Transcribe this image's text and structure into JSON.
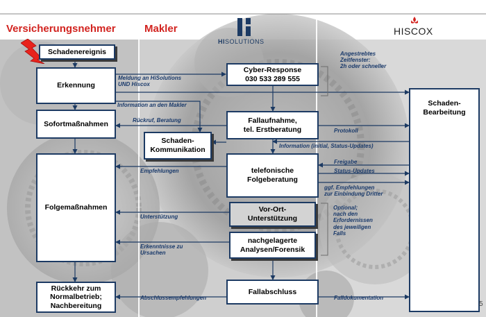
{
  "headings": {
    "left": "Versicherungsnehmer",
    "middle": "Makler"
  },
  "logos": {
    "hisolutions_bold": "HI",
    "hisolutions_rest": "SOLUTIONS",
    "hiscox": "HISCOX"
  },
  "page_number": "5",
  "colors": {
    "heading_red": "#d2231f",
    "box_border": "#1c3a63",
    "label_blue": "#1a3a6b",
    "grey_box": "#d3d3d3"
  },
  "boxes": {
    "schadenereignis": "Schadenereignis",
    "erkennung": "Erkennung",
    "sofortmassnahmen": "Sofortmaßnahmen",
    "folgemassnahmen": "Folgemaßnahmen",
    "rueckkehr": "Rückkehr zum\nNormalbetrieb;\nNachbereitung",
    "schaden_kommunikation": "Schaden-\nKommunikation",
    "cyber_response": "Cyber-Response\n030 533 289 555",
    "fallaufnahme": "Fallaufnahme,\ntel. Erstberatung",
    "telefonische_folgeberatung": "telefonische\nFolgeberatung",
    "vor_ort": "Vor-Ort-\nUnterstützung",
    "nachgelagerte": "nachgelagerte\nAnalysen/Forensik",
    "fallabschluss": "Fallabschluss",
    "schaden_bearbeitung": "Schaden-\nBearbeitung"
  },
  "labels": {
    "meldung": "Meldung an HiSolutions\nUND Hiscox",
    "info_makler": "Information an den Makler",
    "rueckruf": "Rückruf, Beratung",
    "zeitfenster": "Angestrebtes\nZeitfenster:\n2h oder schneller",
    "protokoll": "Protokoll",
    "information_initial": "Information (initial, Status-Updates)",
    "empfehlungen": "Empfehlungen",
    "freigabe": "Freigabe",
    "status_updates": "Status-Updates",
    "ggf_empfehlungen": "ggf. Empfehlungen\nzur Einbindung Dritter",
    "unterstuetzung": "Unterstützung",
    "optional": "Optional;\nnach den\nErfordernissen\ndes jeweiligen\nFalls",
    "erkenntnisse": "Erkenntnisse zu\nUrsachen",
    "abschlussempfehlungen": "Abschlussempfehlungen",
    "falldokumentation": "Falldokumentation"
  }
}
